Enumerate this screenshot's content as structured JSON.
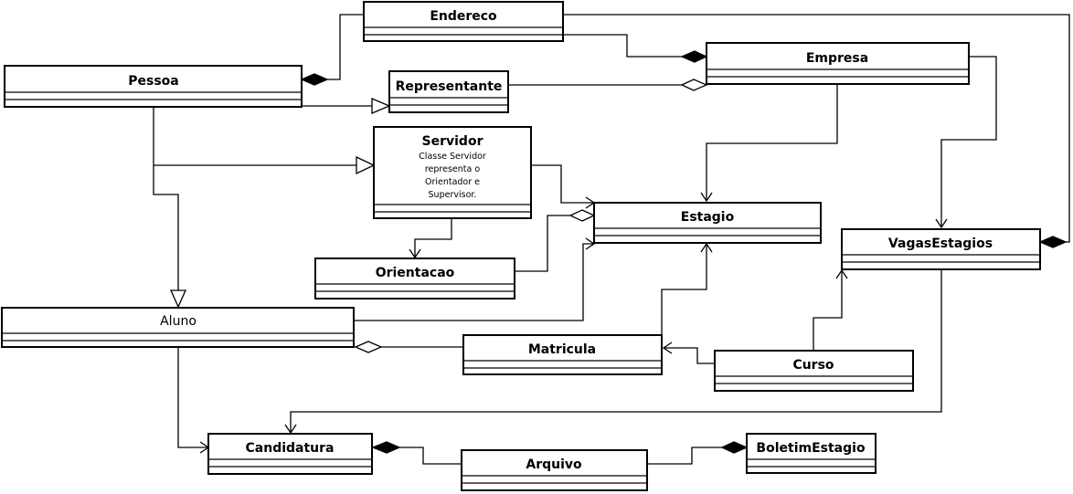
{
  "classes": {
    "endereco": "Endereco",
    "pessoa": "Pessoa",
    "representante": "Representante",
    "empresa": "Empresa",
    "servidor": "Servidor",
    "servidor_note": [
      "Classe Servidor",
      "representa o",
      "Orientador e",
      "Supervisor."
    ],
    "estagio": "Estagio",
    "orientacao": "Orientacao",
    "vagasestagios": "VagasEstagios",
    "aluno": "Aluno",
    "matricula": "Matricula",
    "curso": "Curso",
    "candidatura": "Candidatura",
    "arquivo": "Arquivo",
    "boletimestagio": "BoletimEstagio"
  }
}
